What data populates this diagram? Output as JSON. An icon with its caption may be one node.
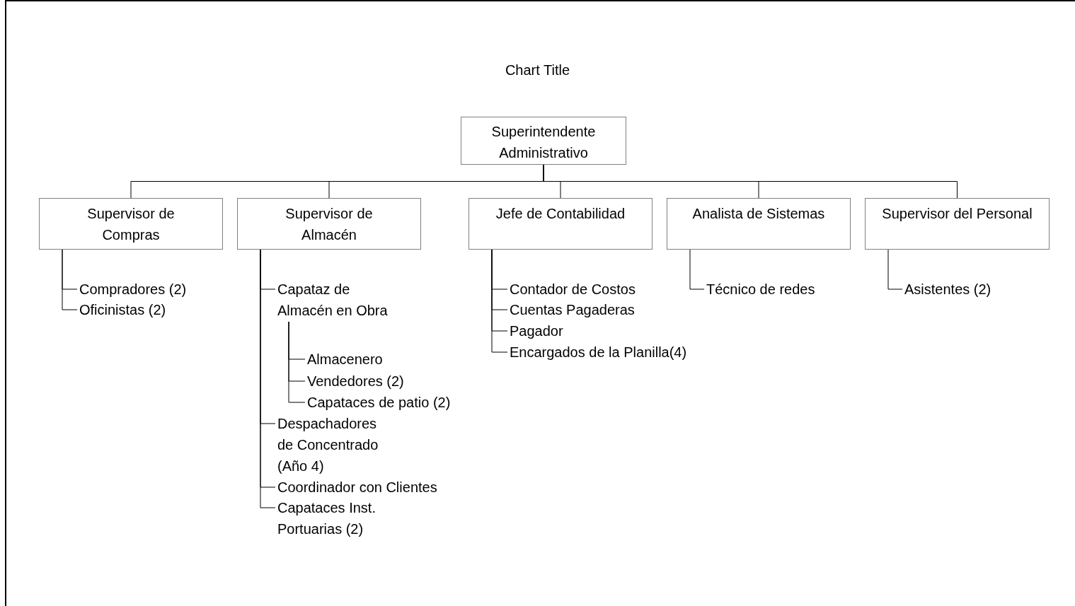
{
  "diagram": {
    "title": "Chart Title",
    "nodes": [
      {
        "text": [
          "Superintendente Administrativo"
        ]
      },
      {
        "text": [
          "Supervisor de Compras"
        ]
      },
      {
        "text": [
          "Supervisor de Almacén"
        ]
      },
      {
        "text": [
          "Jefe de Contabilidad"
        ]
      },
      {
        "text": [
          "Analista de Sistemas"
        ]
      },
      {
        "text": [
          "Supervisor del Personal"
        ]
      },
      {
        "text": [
          "Compradores (2)"
        ]
      },
      {
        "text": [
          "Oficinistas (2)"
        ]
      },
      {
        "text": [
          "Capataz de Almacén en Obra"
        ]
      },
      {
        "text": [
          "Almacenero"
        ]
      },
      {
        "text": [
          "Vendedores (2)"
        ]
      },
      {
        "text": [
          "Capataces de patio (2)"
        ]
      },
      {
        "text": [
          "Despachadores de Concentrado (Año 4)"
        ]
      },
      {
        "text": [
          "Coordinador con Clientes"
        ]
      },
      {
        "text": [
          "Capataces Inst. Portuarias (2)"
        ]
      },
      {
        "text": [
          "Contador de Costos"
        ]
      },
      {
        "text": [
          "Cuentas Pagaderas"
        ]
      },
      {
        "text": [
          "Pagador"
        ]
      },
      {
        "text": [
          "Encargados de la Planilla(4)"
        ]
      },
      {
        "text": [
          "Técnico de redes"
        ]
      },
      {
        "text": [
          "Asistentes (2)"
        ]
      }
    ],
    "edges": [
      {
        "from": 0,
        "to": 1,
        "arrow": "none"
      },
      {
        "from": 0,
        "to": 2,
        "arrow": "none"
      },
      {
        "from": 0,
        "to": 3,
        "arrow": "none"
      },
      {
        "from": 0,
        "to": 4,
        "arrow": "none"
      },
      {
        "from": 0,
        "to": 5,
        "arrow": "none"
      },
      {
        "from": 1,
        "to": 6,
        "arrow": "none"
      },
      {
        "from": 1,
        "to": 7,
        "arrow": "none"
      },
      {
        "from": 2,
        "to": 8,
        "arrow": "none"
      },
      {
        "from": 8,
        "to": 9,
        "arrow": "none"
      },
      {
        "from": 8,
        "to": 10,
        "arrow": "none"
      },
      {
        "from": 8,
        "to": 11,
        "arrow": "none"
      },
      {
        "from": 2,
        "to": 12,
        "arrow": "none"
      },
      {
        "from": 2,
        "to": 13,
        "arrow": "none"
      },
      {
        "from": 2,
        "to": 14,
        "arrow": "none"
      },
      {
        "from": 3,
        "to": 15,
        "arrow": "none"
      },
      {
        "from": 3,
        "to": 16,
        "arrow": "none"
      },
      {
        "from": 3,
        "to": 17,
        "arrow": "none"
      },
      {
        "from": 3,
        "to": 18,
        "arrow": "none"
      },
      {
        "from": 4,
        "to": 19,
        "arrow": "none"
      },
      {
        "from": 5,
        "to": 20,
        "arrow": "none"
      }
    ]
  }
}
